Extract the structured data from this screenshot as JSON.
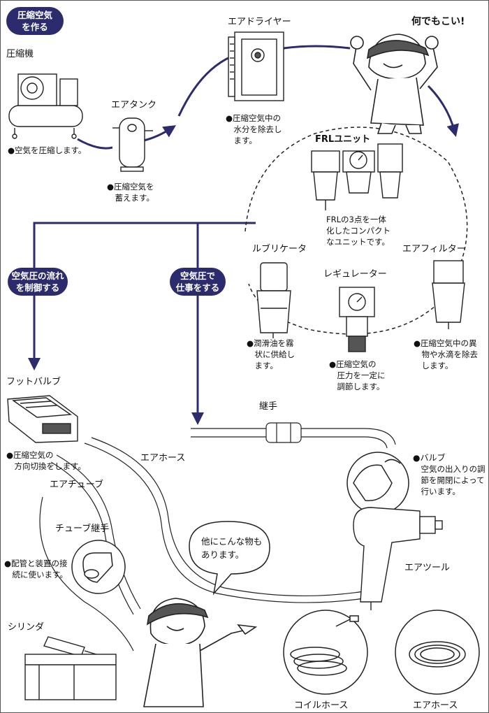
{
  "colors": {
    "navy": "#2b2b6e",
    "line": "#222222",
    "illustration": "#ffffff"
  },
  "badges": {
    "make_air": "圧縮空気\nを作る",
    "control_flow": "空気圧の流れ\nを制御する",
    "do_work": "空気圧で\n仕事をする"
  },
  "components": {
    "compressor": {
      "label": "圧縮機",
      "desc": "●空気を圧縮します。"
    },
    "air_tank": {
      "label": "エアタンク",
      "desc": "●圧縮空気を\n　蓄えます。"
    },
    "air_dryer": {
      "label": "エアドライヤー",
      "desc": "●圧縮空気中の\n　水分を除去し\n　ます。"
    },
    "worker_top": {
      "speech": "何でもこい!"
    },
    "frl_unit": {
      "label": "FRLユニット",
      "desc": "FRLの3点を一体\n化したコンパクト\nなユニットです。"
    },
    "lubricator": {
      "label": "ルブリケータ",
      "desc": "●潤滑油を霧\n　状に供給し\n　ます。"
    },
    "regulator": {
      "label": "レギュレーター",
      "desc": "●圧縮空気の\n　圧力を一定に\n　調節します。"
    },
    "air_filter": {
      "label": "エアフィルター",
      "desc": "●圧縮空気中の異\n　物や水滴を除去\n　します。"
    },
    "foot_valve": {
      "label": "フットバルブ",
      "desc": "●圧縮空気の\n　方向切換をします。"
    },
    "joint": {
      "label": "継手"
    },
    "air_hose_mid": {
      "label": "エアホース"
    },
    "air_tube": {
      "label": "エアチューブ"
    },
    "valve": {
      "label": "●バルブ",
      "desc": "　空気の出入りの調\n　節を開閉によって\n　行います。"
    },
    "tube_joint": {
      "label": "チューブ継手",
      "desc": "●配管と装置の接\n　続に使います。"
    },
    "worker_bottom": {
      "speech": "他にこんな物も\nあります。"
    },
    "air_tool": {
      "label": "エアツール"
    },
    "cylinder": {
      "label": "シリンダ"
    },
    "coil_hose": {
      "label": "コイルホース"
    },
    "air_hose_bottom": {
      "label": "エアホース"
    }
  }
}
